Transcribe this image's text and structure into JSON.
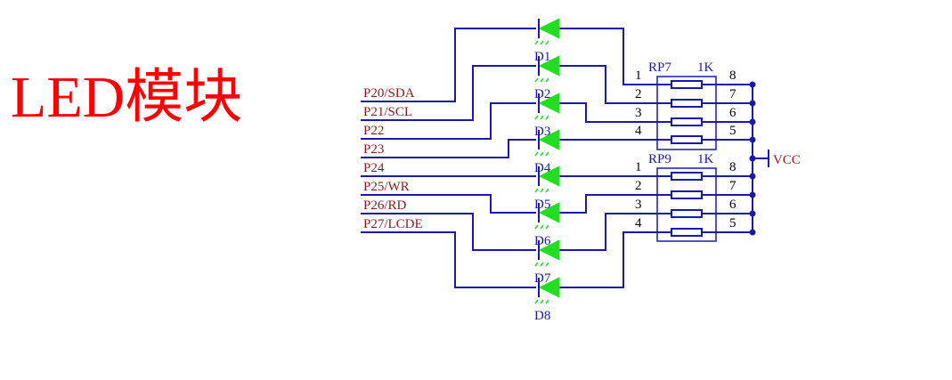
{
  "title": "LED模块",
  "nets": [
    "P20/SDA",
    "P21/SCL",
    "P22",
    "P23",
    "P24",
    "P25/WR",
    "P26/RD",
    "P27/LCDE"
  ],
  "leds": [
    "D1",
    "D2",
    "D3",
    "D4",
    "D5",
    "D6",
    "D7",
    "D8"
  ],
  "resistor_packs": [
    {
      "name": "RP7",
      "value": "1K",
      "left_pins": [
        "1",
        "2",
        "3",
        "4"
      ],
      "right_pins": [
        "8",
        "7",
        "6",
        "5"
      ]
    },
    {
      "name": "RP9",
      "value": "1K",
      "left_pins": [
        "1",
        "2",
        "3",
        "4"
      ],
      "right_pins": [
        "8",
        "7",
        "6",
        "5"
      ]
    }
  ],
  "power": "VCC",
  "colors": {
    "wire": "#1a1aa8",
    "led": "#22dd22",
    "net_label": "#8b1a1a",
    "title": "#ff0000"
  }
}
